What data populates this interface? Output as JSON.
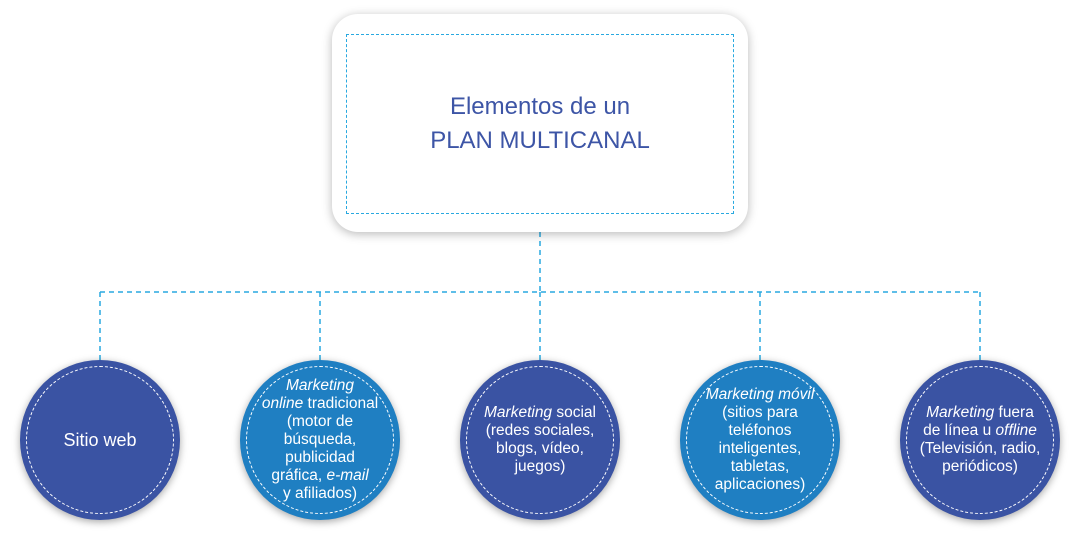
{
  "root": {
    "title_line1": "Elementos de un",
    "title_line2": "PLAN MULTICANAL"
  },
  "nodes": [
    {
      "shade": "dark",
      "lines": [
        [
          {
            "t": "Sitio web",
            "i": false
          }
        ]
      ]
    },
    {
      "shade": "light",
      "lines": [
        [
          {
            "t": "Marketing",
            "i": true
          }
        ],
        [
          {
            "t": "online",
            "i": true
          },
          {
            "t": " tradicional",
            "i": false
          }
        ],
        [
          {
            "t": "(motor de",
            "i": false
          }
        ],
        [
          {
            "t": "búsqueda,",
            "i": false
          }
        ],
        [
          {
            "t": "publicidad",
            "i": false
          }
        ],
        [
          {
            "t": "gráfica, ",
            "i": false
          },
          {
            "t": "e-mail",
            "i": true
          }
        ],
        [
          {
            "t": "y afiliados)",
            "i": false
          }
        ]
      ]
    },
    {
      "shade": "dark",
      "lines": [
        [
          {
            "t": "Marketing",
            "i": true
          },
          {
            "t": " social",
            "i": false
          }
        ],
        [
          {
            "t": "(redes sociales,",
            "i": false
          }
        ],
        [
          {
            "t": "blogs, vídeo,",
            "i": false
          }
        ],
        [
          {
            "t": "juegos)",
            "i": false
          }
        ]
      ]
    },
    {
      "shade": "light",
      "lines": [
        [
          {
            "t": "Marketing móvil",
            "i": true
          }
        ],
        [
          {
            "t": "(sitios para",
            "i": false
          }
        ],
        [
          {
            "t": "teléfonos",
            "i": false
          }
        ],
        [
          {
            "t": "inteligentes,",
            "i": false
          }
        ],
        [
          {
            "t": "tabletas,",
            "i": false
          }
        ],
        [
          {
            "t": "aplicaciones)",
            "i": false
          }
        ]
      ]
    },
    {
      "shade": "dark",
      "lines": [
        [
          {
            "t": "Marketing",
            "i": true
          },
          {
            "t": " fuera",
            "i": false
          }
        ],
        [
          {
            "t": "de línea u ",
            "i": false
          },
          {
            "t": "offline",
            "i": true
          }
        ],
        [
          {
            "t": "(Televisión, radio,",
            "i": false
          }
        ],
        [
          {
            "t": "periódicos)",
            "i": false
          }
        ]
      ]
    }
  ],
  "colors": {
    "dark_node": "#3a53a3",
    "light_node": "#1f7fc2",
    "connector": "#29a9e0",
    "title_text": "#3d55a6"
  }
}
